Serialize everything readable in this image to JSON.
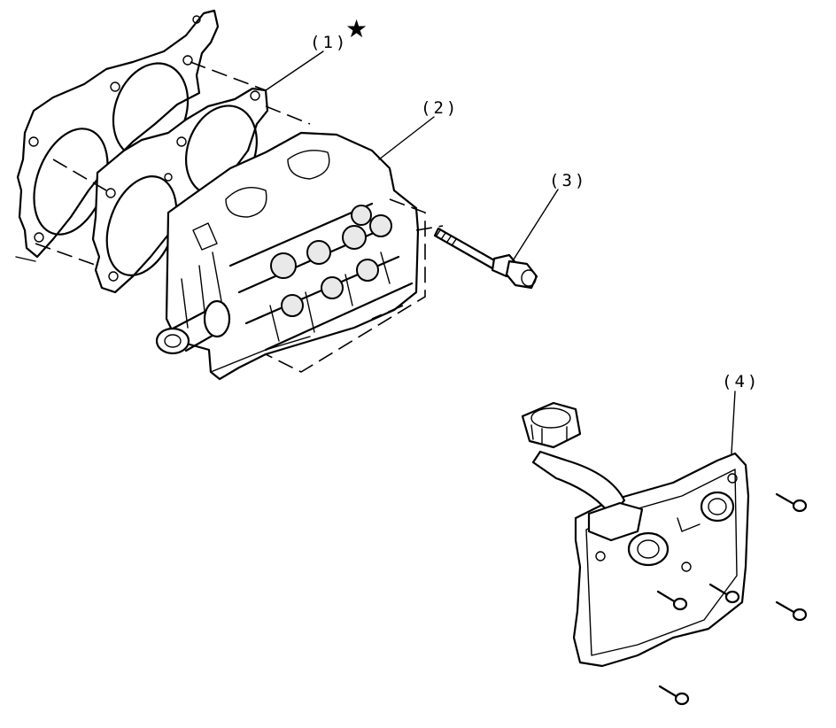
{
  "callouts": [
    {
      "id": "1",
      "text": "(1)"
    },
    {
      "id": "2",
      "text": "(2)"
    },
    {
      "id": "3",
      "text": "(3)"
    },
    {
      "id": "4",
      "text": "(4)"
    }
  ],
  "marker": {
    "symbol": "★",
    "icon": "star-icon"
  },
  "parts": [
    {
      "callout": "1",
      "icon": "head-gasket-icon"
    },
    {
      "callout": "2",
      "icon": "cylinder-head-assembly-icon"
    },
    {
      "callout": "3",
      "icon": "head-bolt-icon"
    },
    {
      "callout": "4",
      "icon": "rocker-cover-icon"
    }
  ],
  "colors": {
    "line": "#000000",
    "background": "#ffffff"
  }
}
